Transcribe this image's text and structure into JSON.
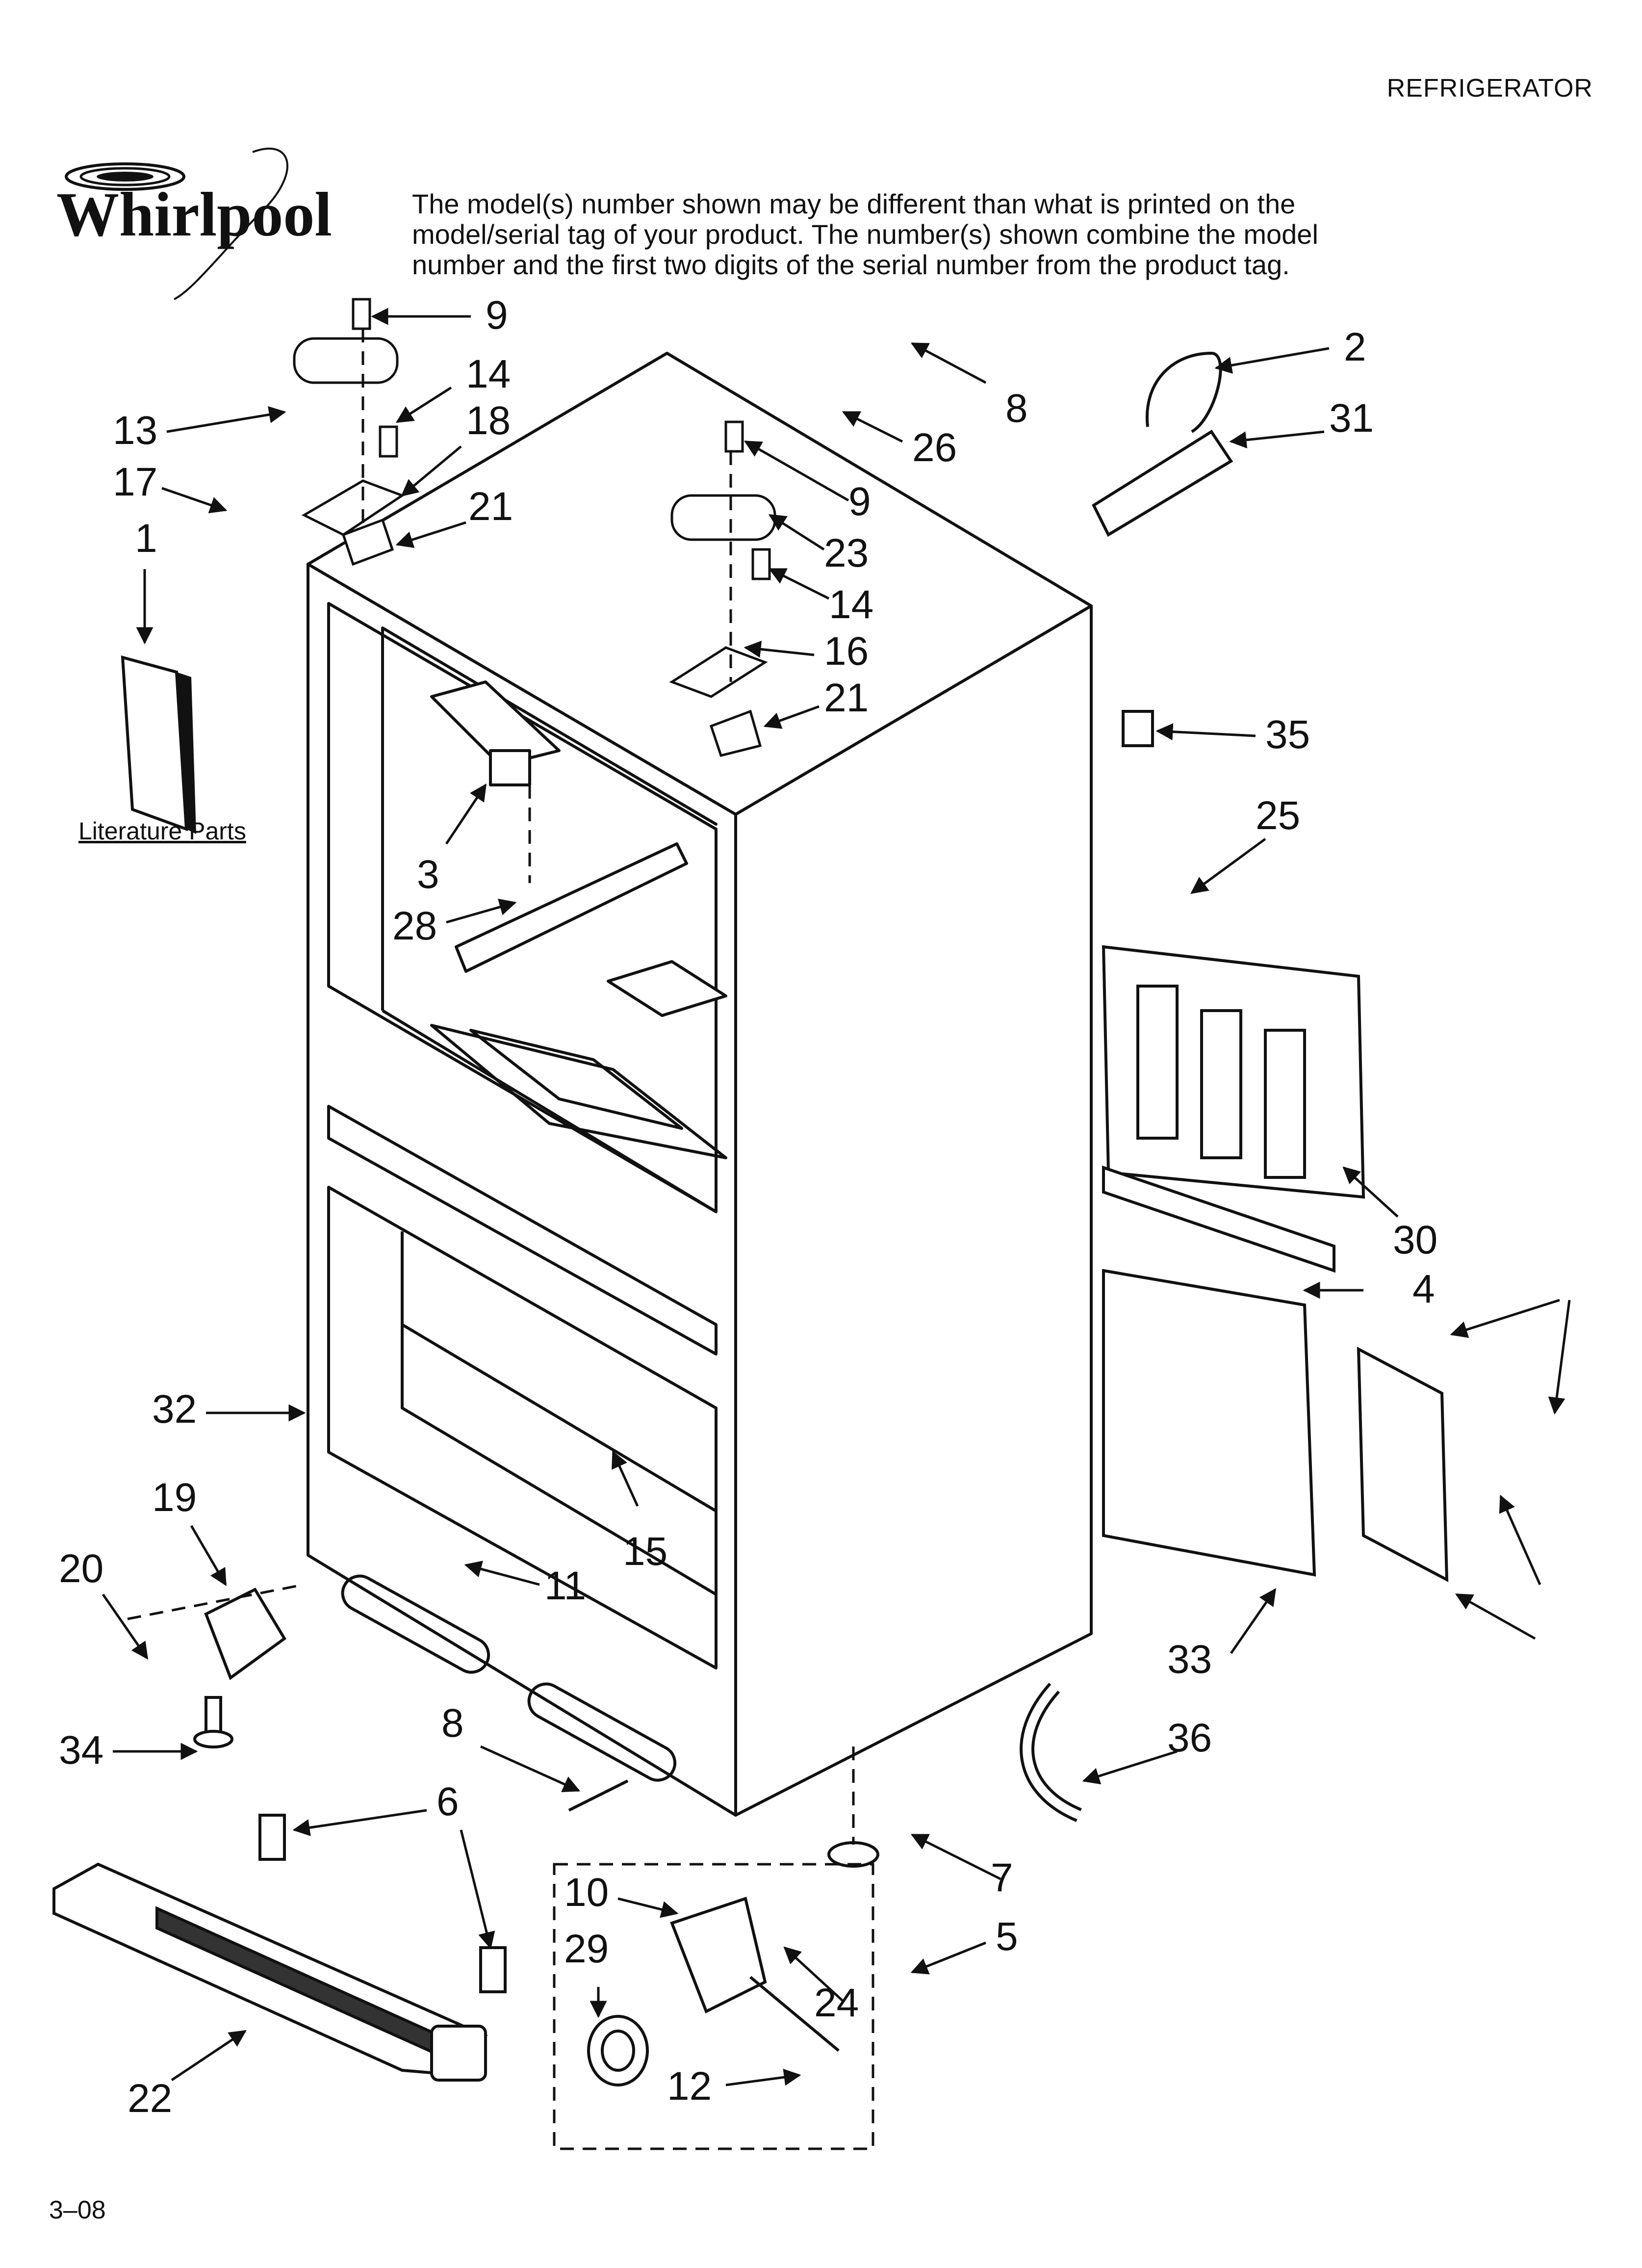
{
  "header": {
    "category": "REFRIGERATOR"
  },
  "brand": {
    "name": "Whirlpool"
  },
  "notice": {
    "lines": [
      "The model(s) number shown may be different than what is printed on the",
      "model/serial tag of your product. The number(s) shown combine the model",
      "number and the first two digits of the serial number from the product tag."
    ]
  },
  "literature": {
    "label": "Literature Parts"
  },
  "footer": {
    "date": "3–08"
  },
  "callouts": [
    "9",
    "14",
    "13",
    "18",
    "17",
    "21",
    "1",
    "8",
    "26",
    "9",
    "23",
    "14",
    "16",
    "21",
    "2",
    "31",
    "35",
    "25",
    "3",
    "28",
    "30",
    "4",
    "32",
    "15",
    "19",
    "11",
    "20",
    "33",
    "34",
    "8",
    "36",
    "6",
    "7",
    "10",
    "5",
    "29",
    "24",
    "22",
    "12"
  ],
  "colors": {
    "ink": "#111111",
    "paper": "#ffffff",
    "shade": "#cfcfcf"
  }
}
